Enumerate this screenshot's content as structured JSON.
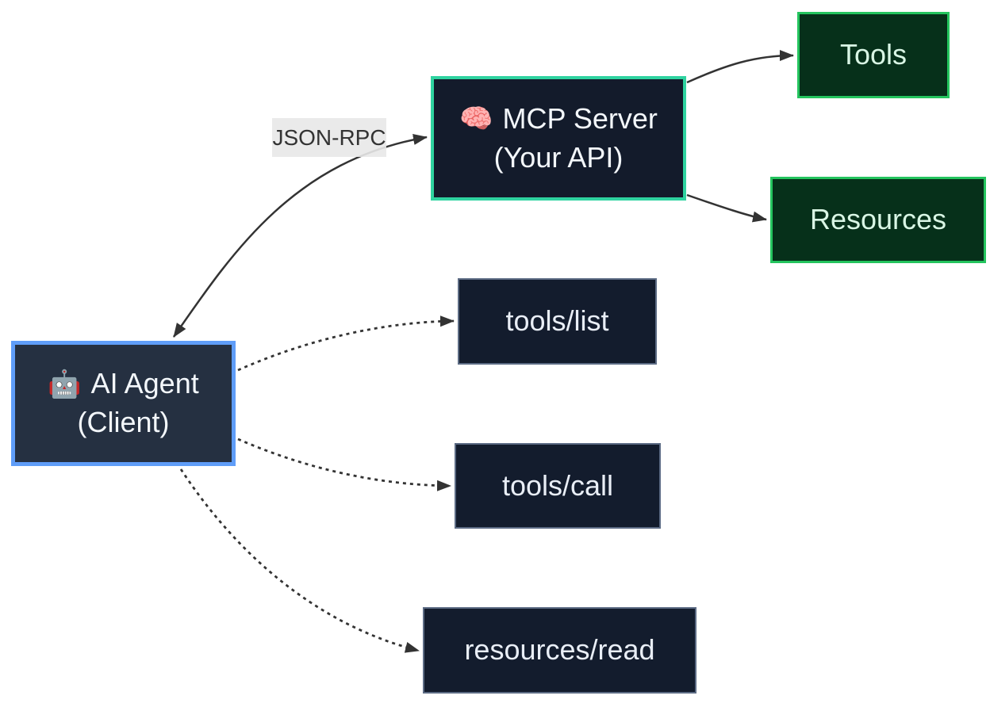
{
  "diagram": {
    "type": "flowchart",
    "nodes": {
      "mcp_server": {
        "icon": "🧠",
        "title": "MCP Server",
        "subtitle": "(Your API)",
        "bg": "#131b2b",
        "border_color": "#2fd3a0",
        "text_color": "#f3f7fb"
      },
      "ai_agent": {
        "icon": "🤖",
        "title": "AI Agent",
        "subtitle": "(Client)",
        "bg": "#253041",
        "border_color": "#5f9df8",
        "text_color": "#f3f7fb"
      },
      "tools": {
        "title": "Tools",
        "bg": "#06301a",
        "border_color": "#24c45e",
        "text_color": "#d9f6e5"
      },
      "resources": {
        "title": "Resources",
        "bg": "#06301a",
        "border_color": "#24c45e",
        "text_color": "#d9f6e5"
      },
      "tools_list": {
        "title": "tools/list",
        "bg": "#131c2d",
        "border_color": "#5c6b84",
        "text_color": "#e9eef6"
      },
      "tools_call": {
        "title": "tools/call",
        "bg": "#131c2d",
        "border_color": "#5c6b84",
        "text_color": "#e9eef6"
      },
      "resources_read": {
        "title": "resources/read",
        "bg": "#131c2d",
        "border_color": "#5c6b84",
        "text_color": "#e9eef6"
      }
    },
    "edges": [
      {
        "id": "agent-server",
        "from": "ai_agent",
        "to": "mcp_server",
        "label": "JSON-RPC",
        "style": "solid",
        "bidirectional": true
      },
      {
        "id": "server-tools",
        "from": "mcp_server",
        "to": "tools",
        "label": "",
        "style": "solid",
        "bidirectional": false
      },
      {
        "id": "server-resources",
        "from": "mcp_server",
        "to": "resources",
        "label": "",
        "style": "solid",
        "bidirectional": false
      },
      {
        "id": "agent-tools-list",
        "from": "ai_agent",
        "to": "tools_list",
        "label": "",
        "style": "dashed",
        "bidirectional": false
      },
      {
        "id": "agent-tools-call",
        "from": "ai_agent",
        "to": "tools_call",
        "label": "",
        "style": "dashed",
        "bidirectional": false
      },
      {
        "id": "agent-resources-read",
        "from": "ai_agent",
        "to": "resources_read",
        "label": "",
        "style": "dashed",
        "bidirectional": false
      }
    ],
    "colors": {
      "canvas_bg": "#ffffff",
      "arrow": "#333333",
      "edge_label_bg": "#e8e8e8",
      "edge_label_text": "#333333"
    }
  }
}
